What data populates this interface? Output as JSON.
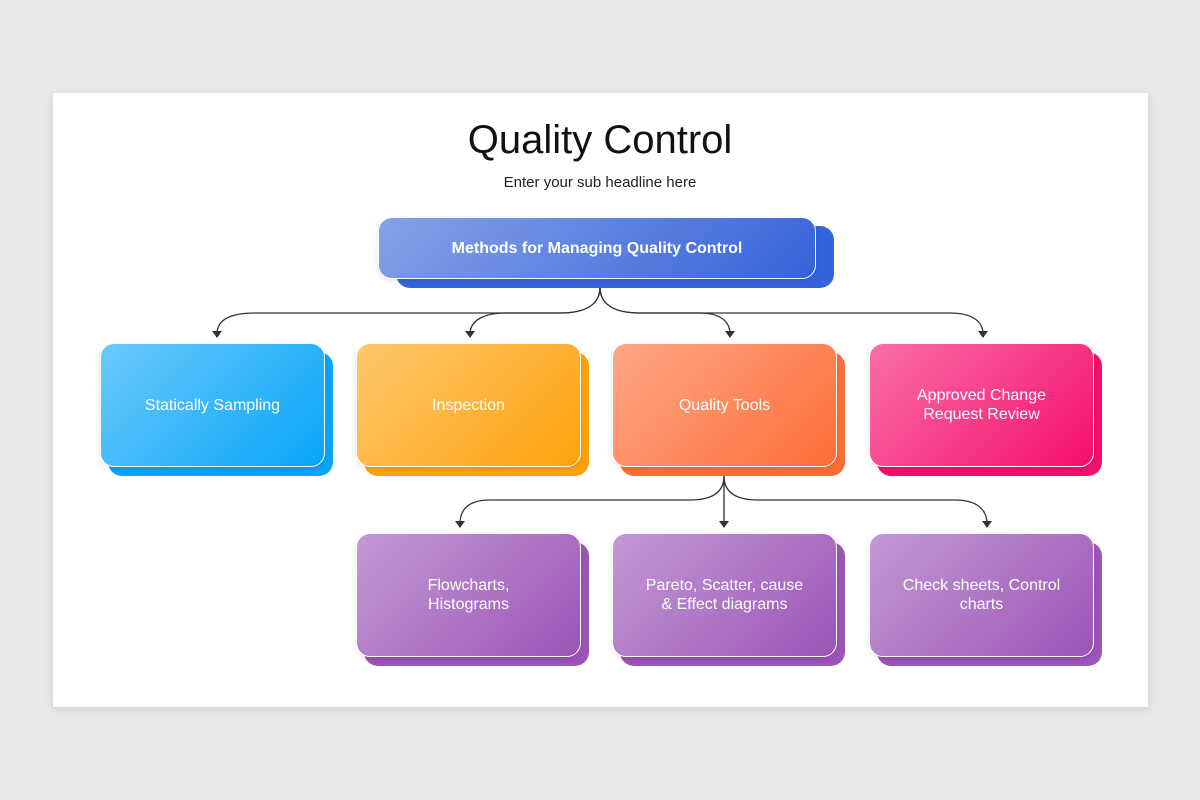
{
  "title": "Quality Control",
  "subtitle": "Enter your sub headline here",
  "root": {
    "label": "Methods for Managing Quality Control",
    "color": "#3563d9"
  },
  "level1": [
    {
      "label": "Statically Sampling",
      "color": "#08a5f9"
    },
    {
      "label": "Inspection",
      "color": "#fda20c"
    },
    {
      "label": "Quality Tools",
      "color": "#fd6d37"
    },
    {
      "label": "Approved Change Request Review",
      "color": "#f50f6c"
    }
  ],
  "level2": [
    {
      "label": "Flowcharts, Histograms",
      "color": "#9b55b7"
    },
    {
      "label": "Pareto, Scatter, cause & Effect diagrams",
      "color": "#9b55b7"
    },
    {
      "label": "Check sheets, Control charts",
      "color": "#9b55b7"
    }
  ]
}
